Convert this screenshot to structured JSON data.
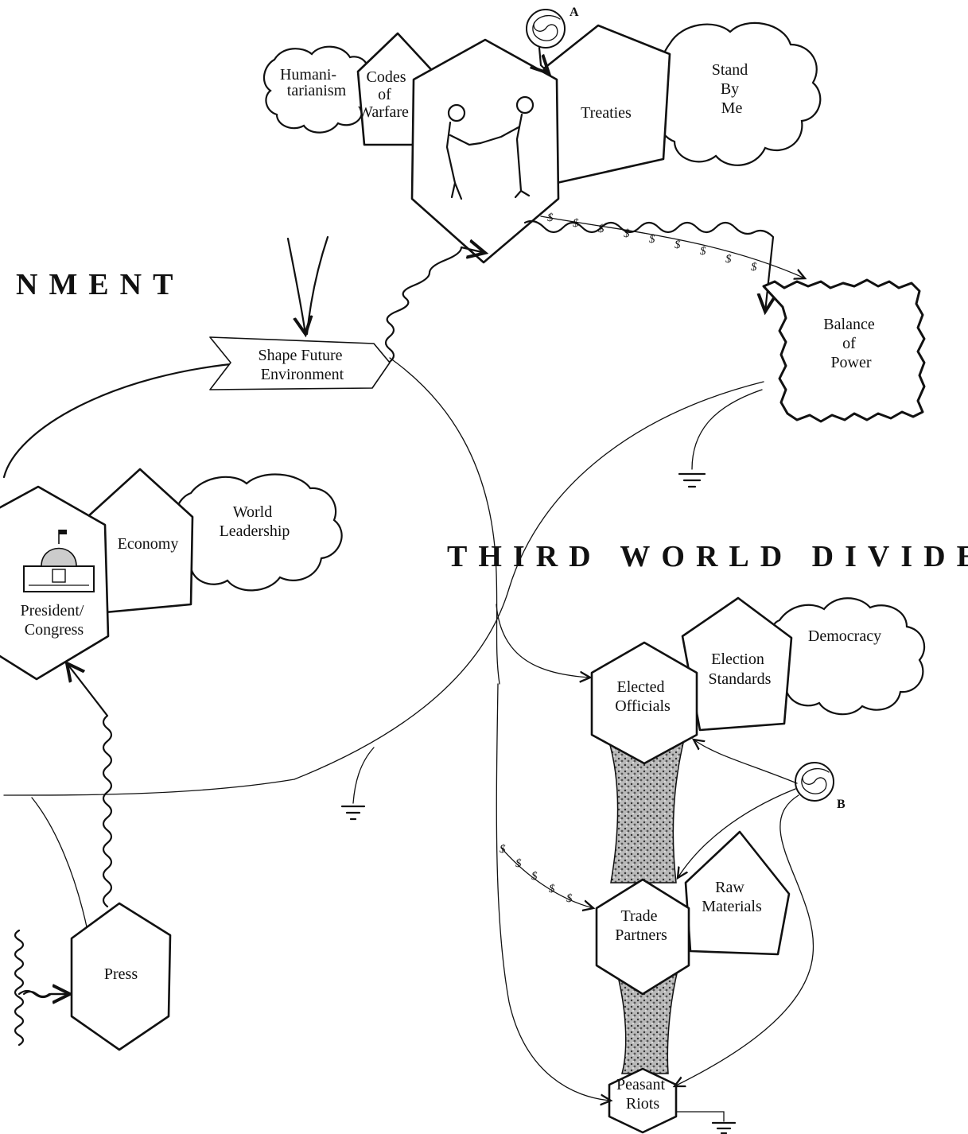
{
  "headings": {
    "government": "NMENT",
    "third_world": "THIRD WORLD DIVIDED"
  },
  "spirals": {
    "a": "A",
    "b": "B"
  },
  "nodes": {
    "humanitarianism": [
      "Humani-",
      "tarianism"
    ],
    "codes_of_warfare": [
      "Codes",
      "of",
      "Warfare"
    ],
    "treaties": [
      "Treaties"
    ],
    "stand_by_me": [
      "Stand",
      "By",
      "Me"
    ],
    "shape_future": [
      "Shape Future",
      "Environment"
    ],
    "balance_of_power": [
      "Balance",
      "of",
      "Power"
    ],
    "world_leadership": [
      "World",
      "Leadership"
    ],
    "economy": [
      "Economy"
    ],
    "president_congress": [
      "President/",
      "Congress"
    ],
    "press": [
      "Press"
    ],
    "democracy": [
      "Democracy"
    ],
    "election_standards": [
      "Election",
      "Standards"
    ],
    "elected_officials": [
      "Elected",
      "Officials"
    ],
    "raw_materials": [
      "Raw",
      "Materials"
    ],
    "trade_partners": [
      "Trade",
      "Partners"
    ],
    "peasant_riots": [
      "Peasant",
      "Riots"
    ]
  },
  "icons": [
    "handshake-figures-icon",
    "capitol-icon",
    "spiral-a-icon",
    "spiral-b-icon",
    "ground-icon"
  ]
}
